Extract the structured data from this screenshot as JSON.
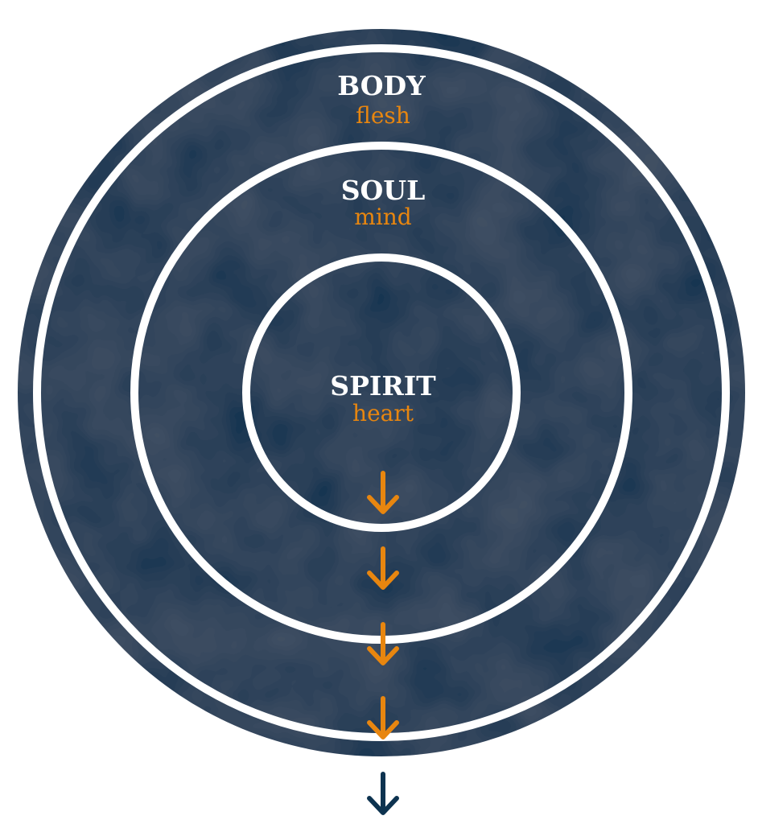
{
  "colors": {
    "navy": "#0d3350",
    "ring": "#ffffff",
    "accent": "#e8860f",
    "background": "#ffffff"
  },
  "layers": {
    "body": {
      "label": "BODY",
      "sublabel": "flesh"
    },
    "soul": {
      "label": "SOUL",
      "sublabel": "mind"
    },
    "spirit": {
      "label": "SPIRIT",
      "sublabel": "heart"
    }
  },
  "arrows": {
    "icon": "arrow-down-icon",
    "inside_color": "#e8860f",
    "outside_color": "#0d3350",
    "count_inside": 4,
    "count_outside": 1
  }
}
